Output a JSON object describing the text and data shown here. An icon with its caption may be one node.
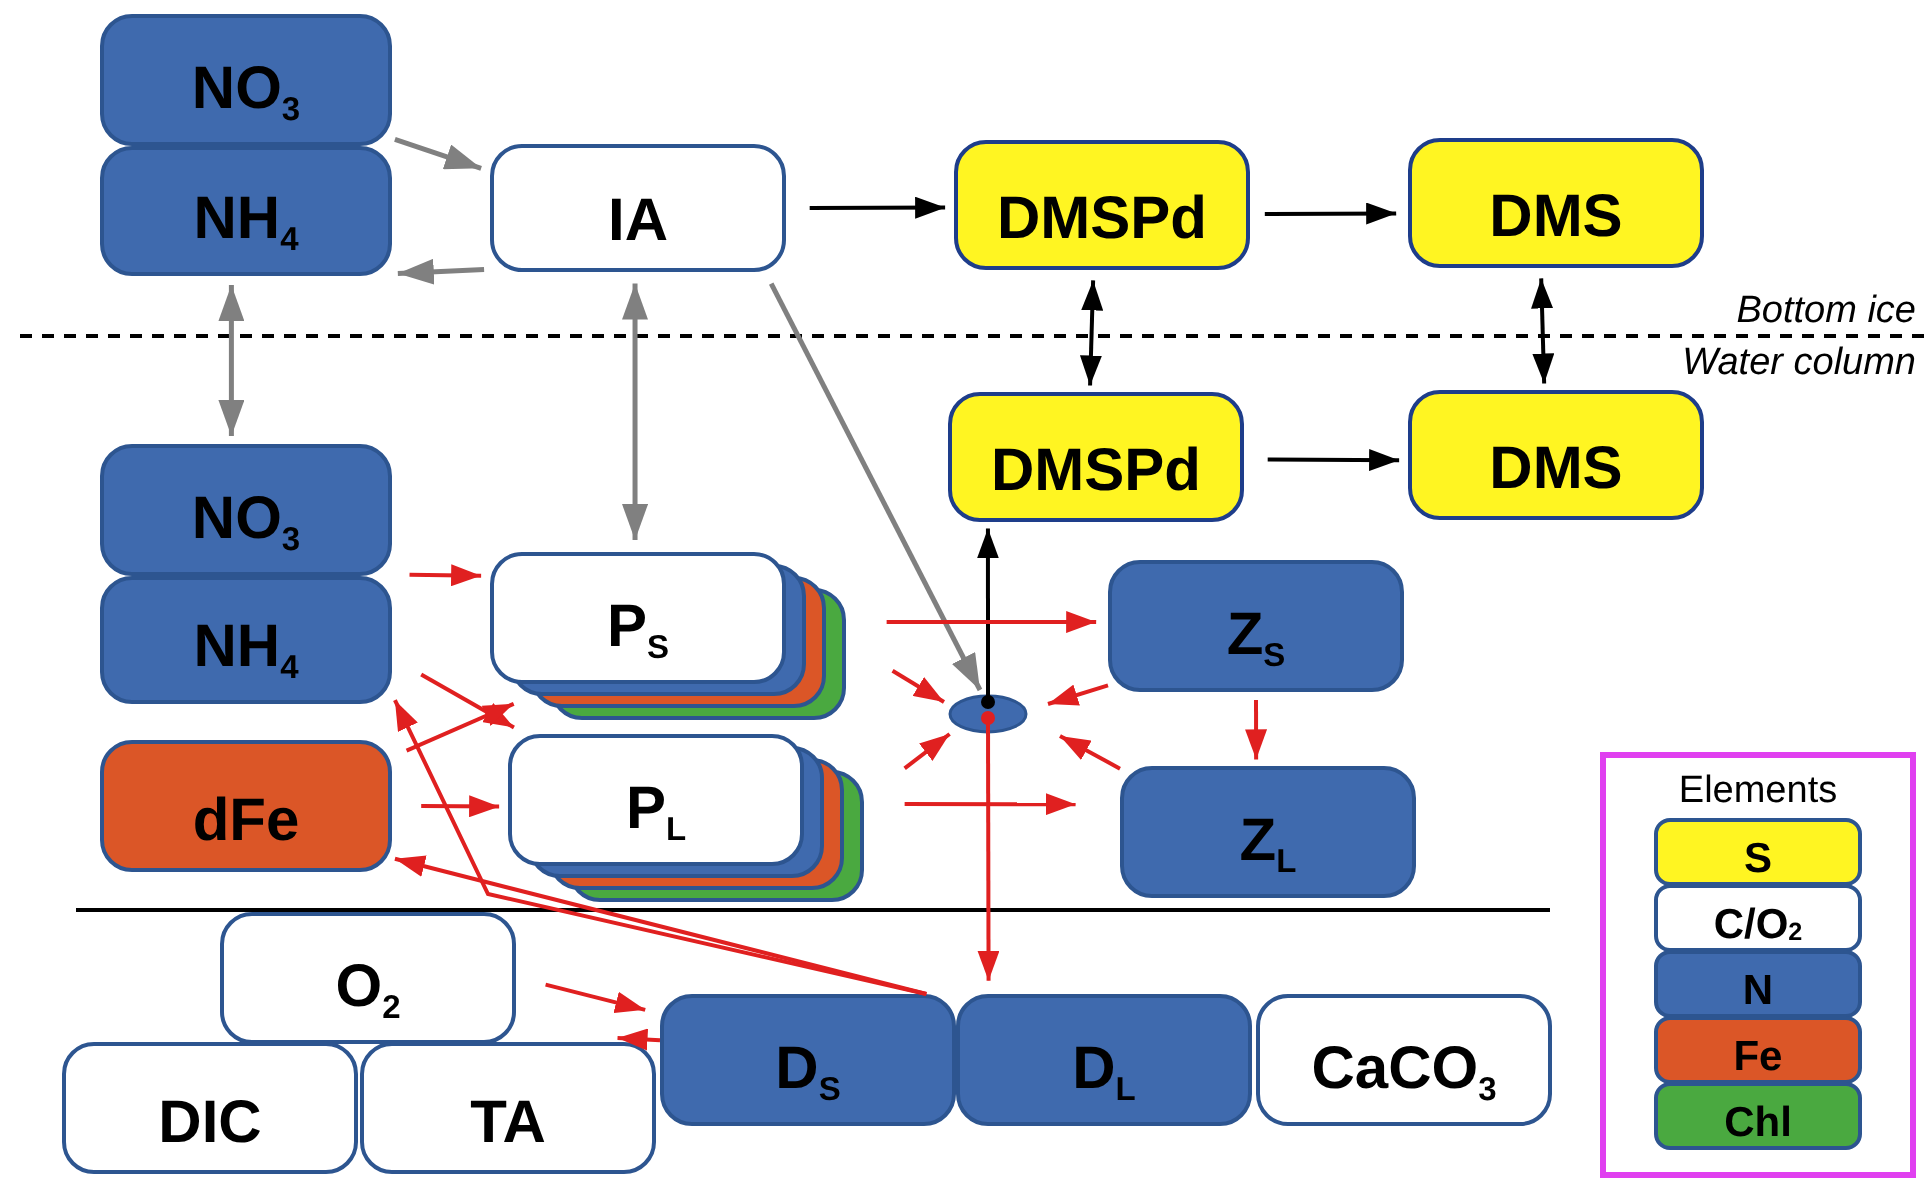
{
  "diagram": {
    "nodes": [
      {
        "text": [
          "NO$_{3}$"
        ]
      },
      {
        "text": [
          "NH$_{4}$"
        ]
      },
      {
        "text": [
          "IA"
        ]
      },
      {
        "text": [
          "DMSPd"
        ]
      },
      {
        "text": [
          "DMS"
        ]
      },
      {
        "text": [
          "DMSPd"
        ]
      },
      {
        "text": [
          "DMS"
        ]
      },
      {
        "text": [
          "NO$_{3}$"
        ]
      },
      {
        "text": [
          "NH$_{4}$"
        ]
      },
      {
        "text": [
          "dFe"
        ]
      },
      {
        "text": [
          "P$_{S}$"
        ]
      },
      {
        "text": [
          "P$_{L}$"
        ]
      },
      {
        "text": [],
        "shape": "ellipse"
      },
      {
        "text": [
          "Z$_{S}$"
        ]
      },
      {
        "text": [
          "Z$_{L}$"
        ]
      },
      {
        "text": [
          "O$_{2}$"
        ]
      },
      {
        "text": [
          "DIC"
        ]
      },
      {
        "text": [
          "TA"
        ]
      },
      {
        "text": [
          "D$_{S}$"
        ]
      },
      {
        "text": [
          "D$_{L}$"
        ]
      },
      {
        "text": [
          "CaCO$_{3}$"
        ]
      }
    ],
    "edges": [
      {
        "from": 0,
        "to": 2,
        "arrow": "to",
        "color": "#808080"
      },
      {
        "from": 2,
        "to": 1,
        "arrow": "to",
        "color": "#808080"
      },
      {
        "from": 1,
        "to": 7,
        "arrow": "both",
        "color": "#808080"
      },
      {
        "from": 2,
        "to": 10,
        "arrow": "both",
        "color": "#808080"
      },
      {
        "from": 2,
        "to": 12,
        "arrow": "to",
        "color": "#808080"
      },
      {
        "from": 2,
        "to": 3,
        "arrow": "to",
        "color": "#000000"
      },
      {
        "from": 3,
        "to": 4,
        "arrow": "to",
        "color": "#000000"
      },
      {
        "from": 3,
        "to": 5,
        "arrow": "both",
        "color": "#000000"
      },
      {
        "from": 4,
        "to": 6,
        "arrow": "both",
        "color": "#000000"
      },
      {
        "from": 5,
        "to": 6,
        "arrow": "to",
        "color": "#000000"
      },
      {
        "from": 12,
        "to": 5,
        "arrow": "to",
        "color": "#000000"
      },
      {
        "from": 7,
        "to": 10,
        "arrow": "to"
      },
      {
        "from": 8,
        "to": 11,
        "arrow": "to"
      },
      {
        "from": 9,
        "to": 10,
        "arrow": "to"
      },
      {
        "from": 9,
        "to": 11,
        "arrow": "to"
      },
      {
        "from": 10,
        "to": 13,
        "arrow": "to"
      },
      {
        "from": 10,
        "to": 12,
        "arrow": "to"
      },
      {
        "from": 11,
        "to": 12,
        "arrow": "to"
      },
      {
        "from": 13,
        "to": 12,
        "arrow": "to"
      },
      {
        "from": 14,
        "to": 12,
        "arrow": "to"
      },
      {
        "from": 13,
        "to": 14,
        "arrow": "to"
      },
      {
        "from": 12,
        "to": 19,
        "arrow": "to"
      },
      {
        "from": 11,
        "to": 14,
        "arrow": "to"
      },
      {
        "from": 15,
        "to": 18,
        "arrow": "to"
      },
      {
        "from": 18,
        "to": 17,
        "arrow": "to"
      },
      {
        "from": 18,
        "to": 8,
        "arrow": "to"
      },
      {
        "from": 18,
        "to": 9,
        "arrow": "to"
      }
    ],
    "labels": [
      "Bottom ice",
      "Water column",
      "Elements"
    ],
    "legend": [
      {
        "text": "S",
        "color": "#fff522"
      },
      {
        "text": "C/O$_{2}$",
        "color": "#ffffff"
      },
      {
        "text": "N",
        "color": "#3f6aae"
      },
      {
        "text": "Fe",
        "color": "#db5627"
      },
      {
        "text": "Chl",
        "color": "#4aa940"
      }
    ]
  }
}
